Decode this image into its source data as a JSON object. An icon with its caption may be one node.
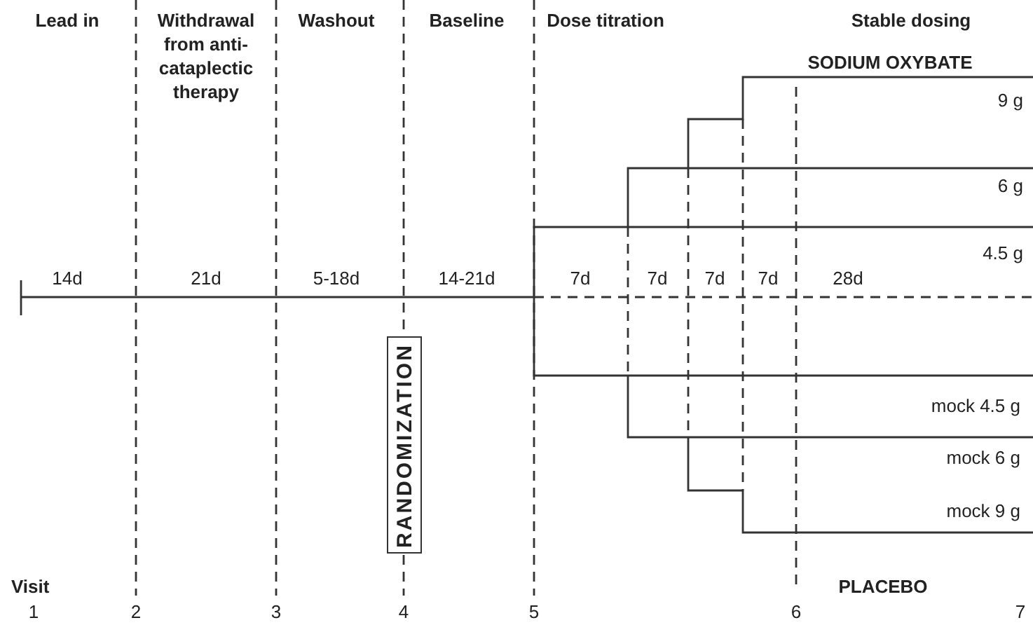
{
  "diagram": {
    "nodes": [
      {
        "text": [
          "RANDOMIZATION"
        ]
      }
    ],
    "edges": [],
    "labels": [
      "Lead in",
      "Withdrawal from anti-cataplectic therapy",
      "Washout",
      "Baseline",
      "Dose titration",
      "Stable dosing",
      "SODIUM OXYBATE",
      "9 g",
      "6 g",
      "4.5 g",
      "14d",
      "21d",
      "5-18d",
      "14-21d",
      "7d",
      "7d",
      "7d",
      "7d",
      "28d",
      "mock 4.5 g",
      "mock 6 g",
      "mock 9 g",
      "Visit",
      "PLACEBO",
      "1",
      "2",
      "3",
      "4",
      "5",
      "6",
      "7"
    ]
  }
}
